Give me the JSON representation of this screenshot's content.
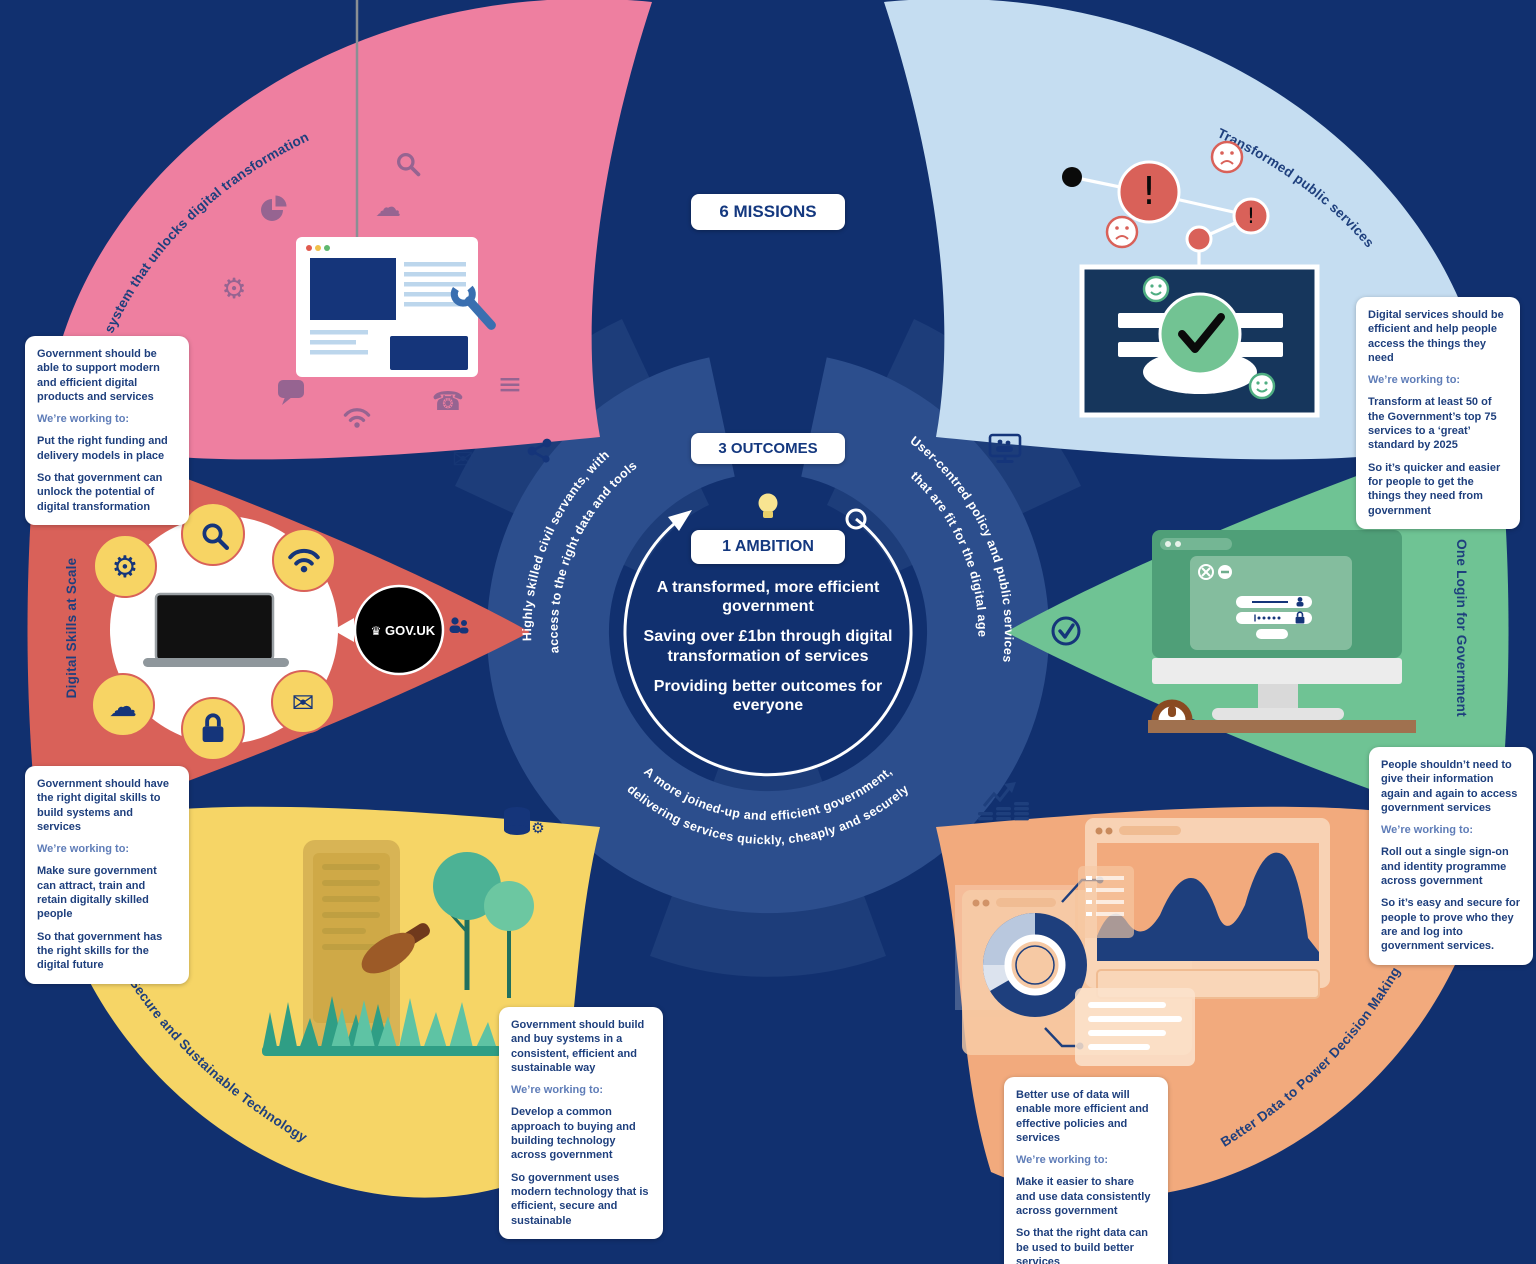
{
  "badges": {
    "missions": "6 MISSIONS",
    "outcomes": "3 OUTCOMES",
    "ambition": "1 AMBITION"
  },
  "ambition": {
    "line1": "A transformed, more efficient government",
    "line2": "Saving over £1bn through digital transformation of services",
    "line3": "Providing better outcomes for everyone"
  },
  "outcomes": {
    "left1": "Highly skilled civil servants, with",
    "left2": "access to the right data and tools",
    "right1": "User-centred policy and public services",
    "right2": "that are fit for the digital age",
    "bottom1": "A more joined-up and efficient government,",
    "bottom2": "delivering services quickly, cheaply and securely"
  },
  "working_label": "We’re working to:",
  "missions": {
    "system": {
      "label": "A system that unlocks digital transformation",
      "heading": "Government should be able to support modern and efficient digital products and services",
      "action": "Put the right funding and delivery models in place",
      "so": "So that government can unlock the potential of digital transformation"
    },
    "skills": {
      "label": "Digital Skills at Scale",
      "heading": "Government should have the right digital skills to build systems and services",
      "action": "Make sure government can attract, train and retain digitally skilled people",
      "so": "So that government has the right skills for the digital future"
    },
    "technology": {
      "label": "Efficient, Secure and Sustainable Technology",
      "heading": "Government should build and buy systems in a consistent, efficient and sustainable way",
      "action": "Develop a common approach to buying and building technology across government",
      "so": "So government uses modern technology that is efficient, secure and sustainable"
    },
    "services": {
      "label": "Transformed public services",
      "heading": "Digital services should be efficient and help people access the things they need",
      "action": "Transform at least 50 of the Government’s top 75 services to a ‘great’ standard by 2025",
      "so": "So it’s quicker and easier for people to get the things they need from government"
    },
    "login": {
      "label": "One Login for Government",
      "heading": "People shouldn’t need to give their information again and again to access government services",
      "action": "Roll out a single sign-on and identity programme across government",
      "so": "So it’s easy and secure for people to prove who they are and log into government services."
    },
    "data": {
      "label": "Better Data to Power Decision Making",
      "heading": "Better use of data will enable more efficient and effective policies and services",
      "action": "Make it easier to share and use data consistently across government",
      "so": "So that the right data can be used to build better services"
    }
  },
  "govuk_label": "GOV.UK",
  "icons": {
    "gear": "⚙",
    "cloud": "☁",
    "envelope": "✉",
    "phone": "☎",
    "menu": "≡",
    "crown": "♛",
    "exclaim": "!"
  },
  "colors": {
    "background": "#11306f",
    "pink": "#ee7fa0",
    "red": "#d96159",
    "yellow": "#f6d566",
    "light_blue": "#c5ddf1",
    "green": "#6fc394",
    "orange": "#f2aa7d",
    "ring": "#2c4e8d",
    "navy_text": "#1e3f7d"
  }
}
